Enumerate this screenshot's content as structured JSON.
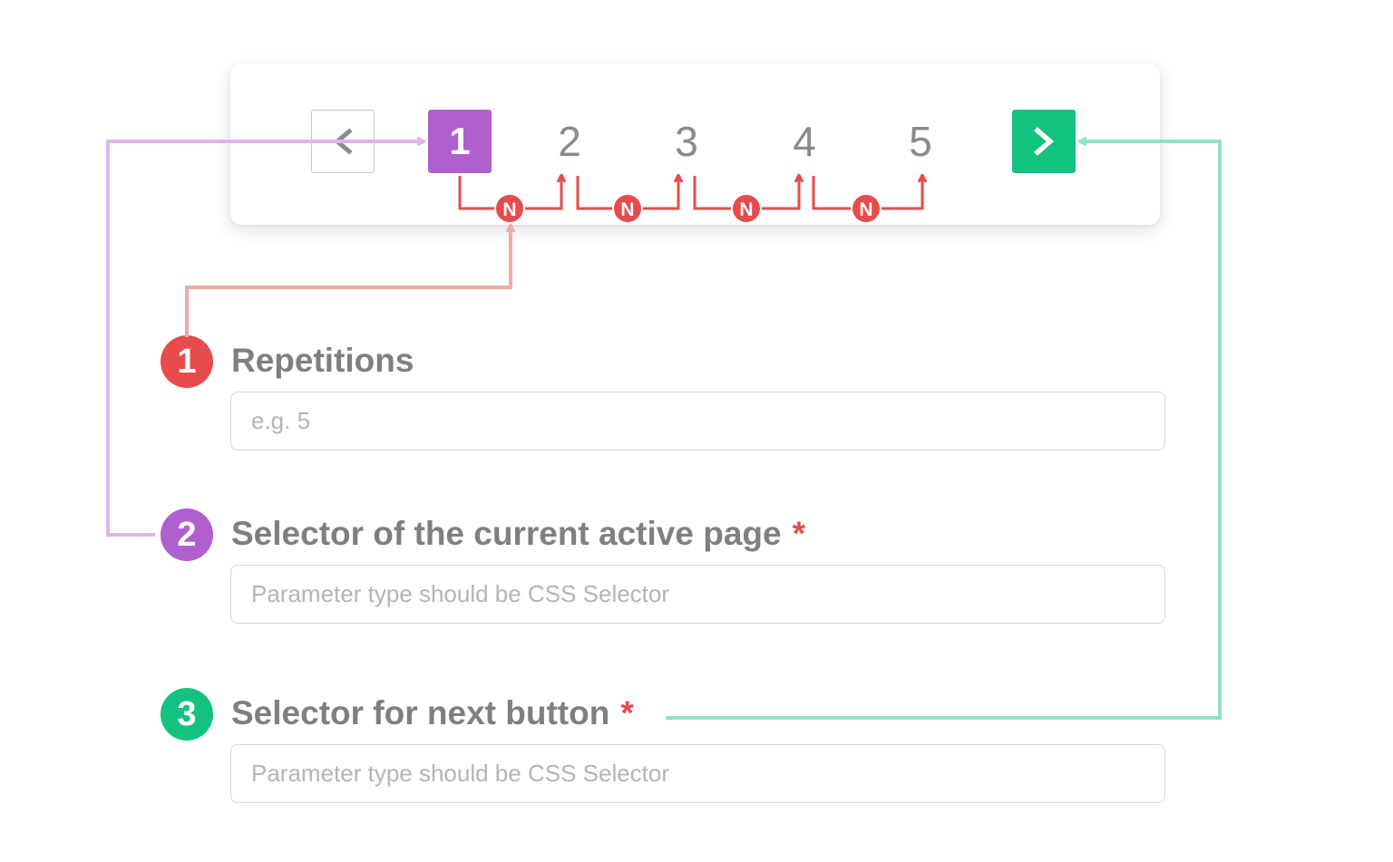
{
  "pagination": {
    "prev_icon": "chevron-left-icon",
    "next_icon": "chevron-right-icon",
    "pages": [
      "1",
      "2",
      "3",
      "4",
      "5"
    ],
    "step_marker": "N",
    "colors": {
      "active": "#b05fcf",
      "next": "#13c27f",
      "step": "#e84b4b"
    }
  },
  "fields": [
    {
      "number": "1",
      "label": "Repetitions",
      "required": false,
      "placeholder": "e.g. 5",
      "color": "#e84b4b"
    },
    {
      "number": "2",
      "label": "Selector of the current active page",
      "required": true,
      "required_mark": "*",
      "placeholder": "Parameter type should be CSS Selector",
      "color": "#b05fcf"
    },
    {
      "number": "3",
      "label": "Selector for next button",
      "required": true,
      "required_mark": "*",
      "placeholder": "Parameter type should be CSS Selector",
      "color": "#13c27f"
    }
  ]
}
